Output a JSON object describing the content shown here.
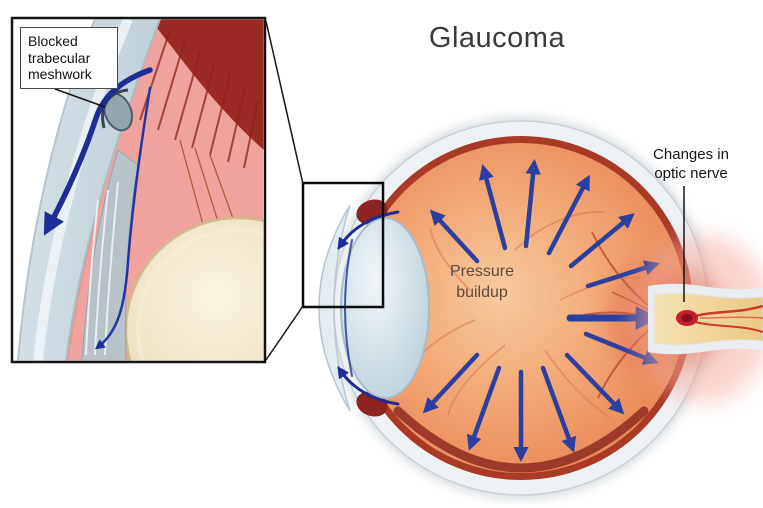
{
  "title": "Glaucoma",
  "inset": {
    "label": {
      "line1": "Blocked",
      "line2": "trabecular",
      "line3": "meshwork"
    }
  },
  "eye": {
    "pressure_label": {
      "line1": "Pressure",
      "line2": "buildup"
    }
  },
  "optic_nerve": {
    "label": {
      "line1": "Changes in",
      "line2": "optic nerve"
    }
  },
  "colors": {
    "pressure_arrow_blue": "#2a3f9f",
    "aqueous_flow_blue": "#1e2d96",
    "eye_interior_orange": "#f0a173",
    "choroid_red": "#a83a26",
    "sclera_gray": "#eef1f4",
    "optic_nerve_tan": "#f0d49c",
    "nerve_damage_red": "#c2202c",
    "inset_tissue_pink": "#efa29e",
    "inset_dark_red": "#9c2a24",
    "title_text": "#3a3a3a",
    "pressure_text": "#604a3c"
  }
}
